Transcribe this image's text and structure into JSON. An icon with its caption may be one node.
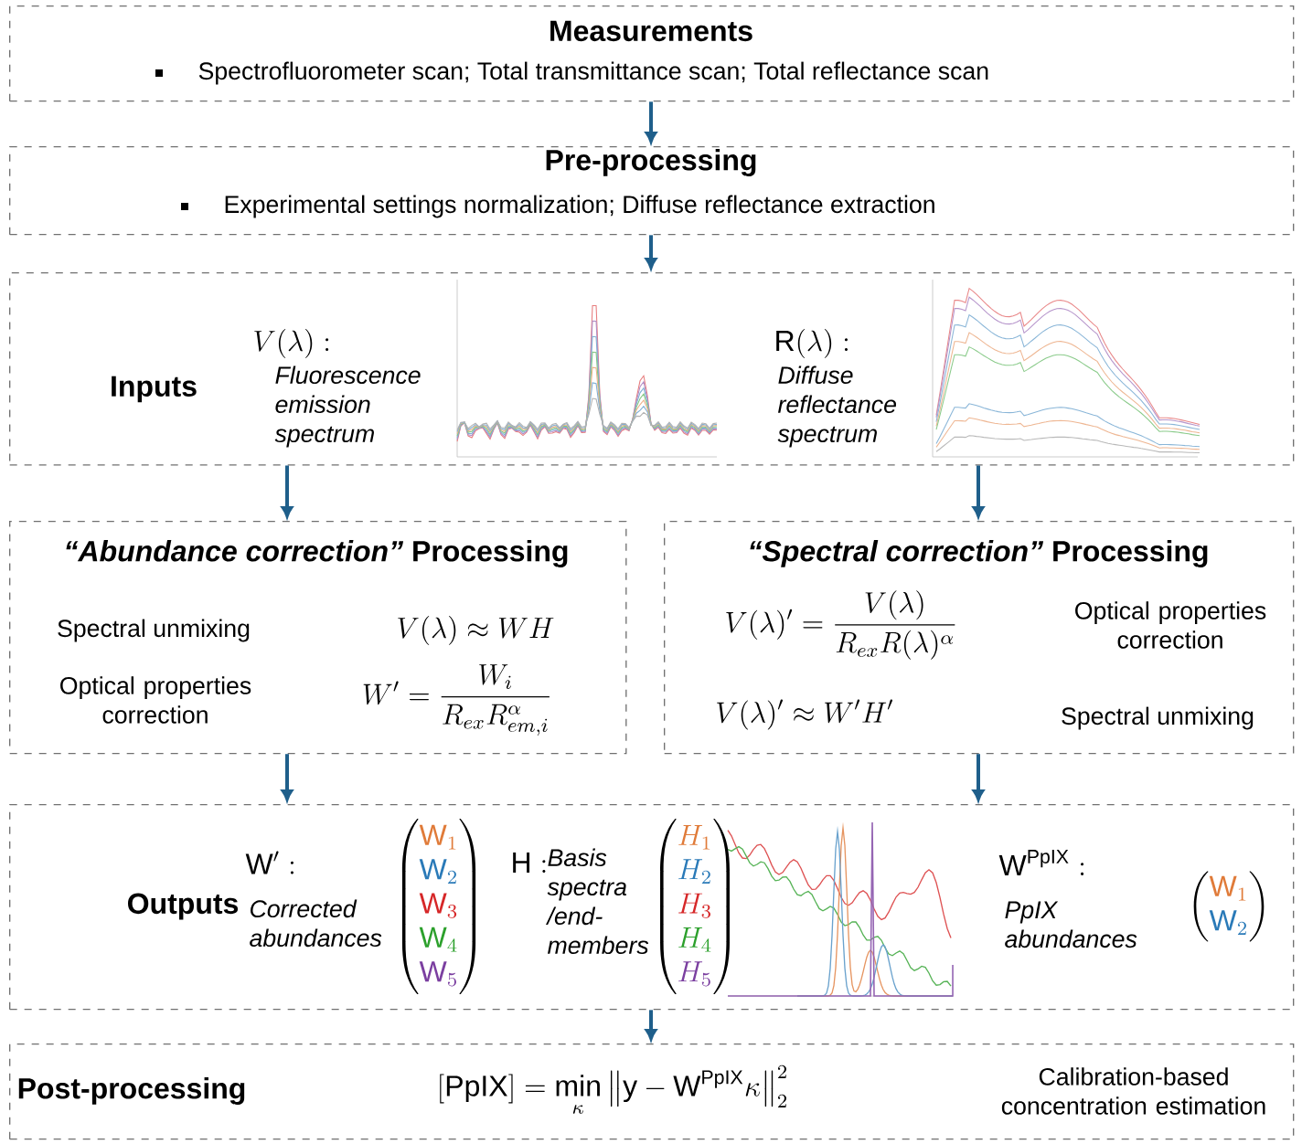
{
  "diagram": {
    "nodes": [
      {
        "text": [
          "Measurements",
          "Spectrofluorometer scan; Total transmittance scan; Total reflectance scan"
        ]
      },
      {
        "text": [
          "Pre-processing",
          "Experimental settings normalization; Diffuse reflectance extraction"
        ]
      },
      {
        "text": [
          "Inputs",
          "V(\\lambda) :",
          "Fluorescence emission spectrum",
          "\\mathrm{R}(\\lambda) :",
          "Diffuse reflectance spectrum"
        ]
      },
      {
        "text": [
          "*“Abundance correction”* Processing",
          "Spectral unmixing",
          "V(\\lambda) \\approx WH",
          "Optical properties correction",
          "W' = \\frac{W_i}{R_{ex}R_{em,i}^{\\alpha}}"
        ]
      },
      {
        "text": [
          "*“Spectral correction”* Processing",
          "V(\\lambda)' = \\frac{V(\\lambda)}{R_{ex}R(\\lambda)^{\\alpha}}",
          "Optical properties correction",
          "V(\\lambda)' \\approx W'H'",
          "Spectral unmixing"
        ]
      },
      {
        "text": [
          "Outputs",
          "\\mathrm{W}' :",
          "Corrected abundances",
          "\\begin{pmatrix}{\\color{mo}\\mathrm{W}_1}\\\\{\\color{mb}\\mathrm{W}_2}\\\\{\\color{mr}\\mathrm{W}_3}\\\\{\\color{mg}\\mathrm{W}_4}\\\\{\\color{mp}\\mathrm{W}_5}\\end{pmatrix}",
          "\\mathrm{H} :",
          "Basis spectra /end-members",
          "\\begin{pmatrix}{\\color{mo}H_1}\\\\{\\color{mb}H_2}\\\\{\\color{mr}H_3}\\\\{\\color{mg}H_4}\\\\{\\color{mp}H_5}\\end{pmatrix}",
          "\\mathrm{W}^{\\mathrm{PpIX}} :",
          "PpIX abundances",
          "\\begin{pmatrix}{\\color{mo}\\mathrm{W}_1}\\\\{\\color{mb}\\mathrm{W}_2}\\end{pmatrix}"
        ]
      },
      {
        "text": [
          "Post-processing",
          "[\\mathrm{PpIX}] = \\min\\limits_{\\kappa} \\left\\| \\mathrm{y} - \\mathrm{W}^{\\mathrm{PpIX}}\\kappa \\right\\|_2^2",
          "Calibration-based concentration estimation"
        ]
      }
    ],
    "edges": [
      {
        "from": 0,
        "to": 1,
        "arrow": "to"
      },
      {
        "from": 1,
        "to": 2,
        "arrow": "to"
      },
      {
        "from": 2,
        "to": 3,
        "arrow": "to"
      },
      {
        "from": 2,
        "to": 4,
        "arrow": "to"
      },
      {
        "from": 3,
        "to": 5,
        "arrow": "to"
      },
      {
        "from": 4,
        "to": 5,
        "arrow": "to"
      },
      {
        "from": 5,
        "to": 6,
        "arrow": "to"
      }
    ]
  }
}
